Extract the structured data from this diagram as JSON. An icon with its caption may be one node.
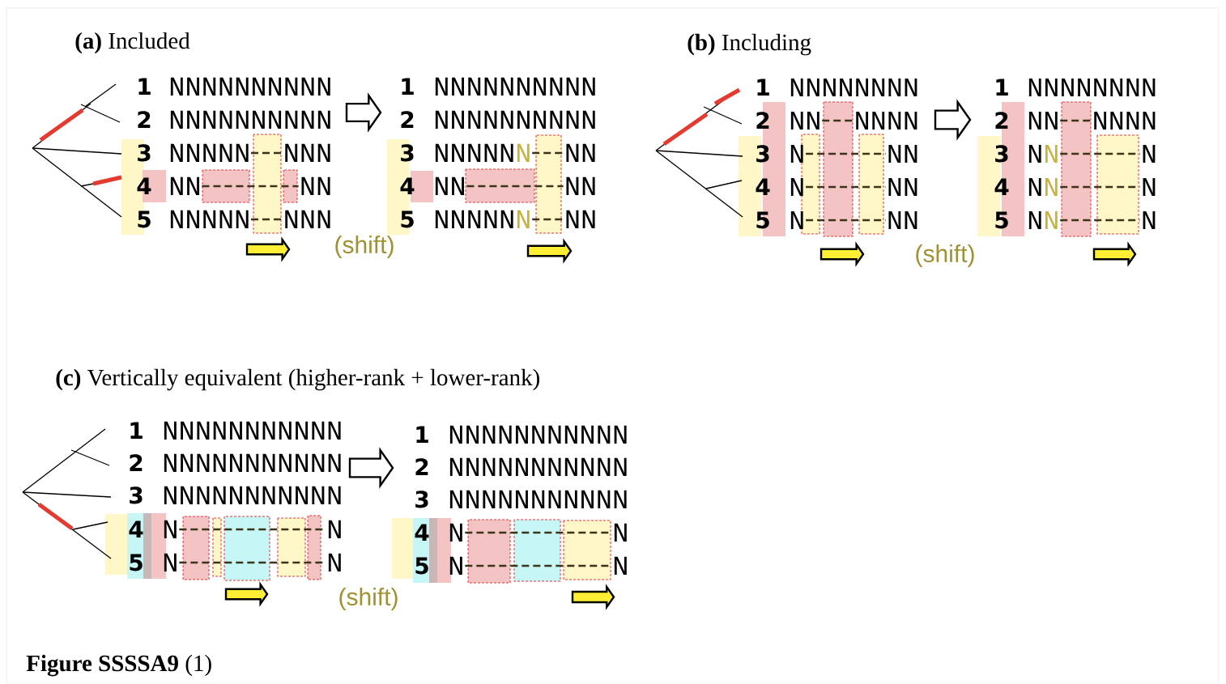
{
  "diagram": {
    "caption": "**Figure SSSSA9** (1)",
    "labels": [
      "**(a)** Included",
      "1",
      "NNNNNNNNNN",
      "2",
      "NNNNNNNNNN",
      "3",
      "NNNNN",
      "NNN",
      "4",
      "NN",
      "NN",
      "5",
      "NNNNN",
      "NNN",
      "1",
      "NNNNNNNNNN",
      "2",
      "NNNNNNNNNN",
      "3",
      "NNNNN",
      "N",
      "NN",
      "4",
      "NN",
      "NN",
      "5",
      "NNNNN",
      "N",
      "NN",
      "(shift)",
      "**(b)** Including",
      "1",
      "NNNNNNNN",
      "2",
      "NN",
      "NNNN",
      "3",
      "N",
      "NN",
      "4",
      "N",
      "NN",
      "5",
      "N",
      "NN",
      "1",
      "NNNNNNNN",
      "2",
      "NN",
      "NNNN",
      "3",
      "N",
      "N",
      "N",
      "4",
      "N",
      "N",
      "N",
      "5",
      "N",
      "N",
      "N",
      "(shift)",
      "**(c)** Vertically equivalent (higher-rank + lower-rank)",
      "1",
      "NNNNNNNNNNN",
      "2",
      "NNNNNNNNNNN",
      "3",
      "NNNNNNNNNNN",
      "4",
      "N",
      "N",
      "5",
      "N",
      "N",
      "1",
      "NNNNNNNNNNN",
      "2",
      "NNNNNNNNNNN",
      "3",
      "NNNNNNNNNNN",
      "4",
      "N",
      "N",
      "5",
      "N",
      "N",
      "(shift)"
    ]
  }
}
